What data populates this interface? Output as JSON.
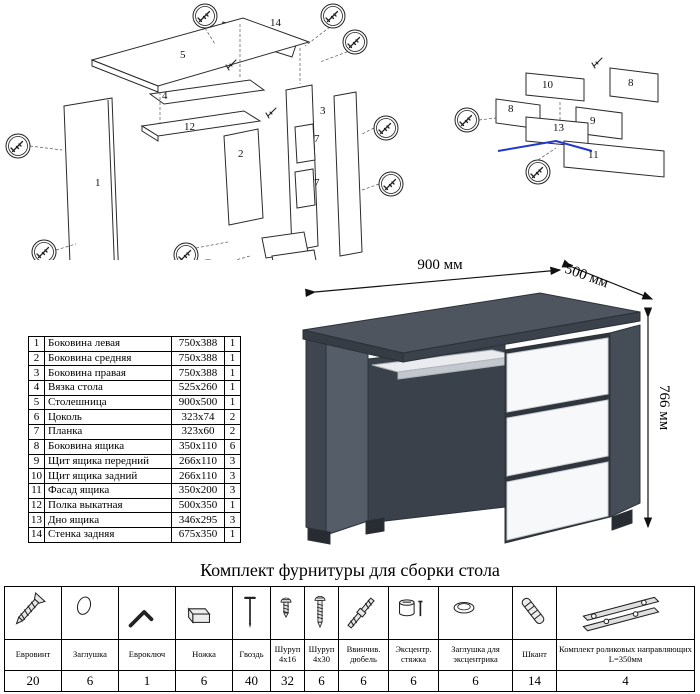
{
  "parts_table": {
    "rows": [
      {
        "num": "1",
        "name": "Боковина левая",
        "size": "750x388",
        "qty": "1"
      },
      {
        "num": "2",
        "name": "Боковина средняя",
        "size": "750x388",
        "qty": "1"
      },
      {
        "num": "3",
        "name": "Боковина правая",
        "size": "750x388",
        "qty": "1"
      },
      {
        "num": "4",
        "name": "Вязка стола",
        "size": "525x260",
        "qty": "1"
      },
      {
        "num": "5",
        "name": "Столешница",
        "size": "900x500",
        "qty": "1"
      },
      {
        "num": "6",
        "name": "Цоколь",
        "size": "323x74",
        "qty": "2"
      },
      {
        "num": "7",
        "name": "Планка",
        "size": "323x60",
        "qty": "2"
      },
      {
        "num": "8",
        "name": "Боковина ящика",
        "size": "350x110",
        "qty": "6"
      },
      {
        "num": "9",
        "name": "Щит ящика передний",
        "size": "266x110",
        "qty": "3"
      },
      {
        "num": "10",
        "name": "Щит ящика задний",
        "size": "266x110",
        "qty": "3"
      },
      {
        "num": "11",
        "name": "Фасад ящика",
        "size": "350x200",
        "qty": "3"
      },
      {
        "num": "12",
        "name": "Полка выкатная",
        "size": "500x350",
        "qty": "1"
      },
      {
        "num": "13",
        "name": "Дно ящика",
        "size": "346x295",
        "qty": "3"
      },
      {
        "num": "14",
        "name": "Стенка задняя",
        "size": "675x350",
        "qty": "1"
      }
    ]
  },
  "desk_dimensions": {
    "width": "900 мм",
    "depth": "500 мм",
    "height": "766 мм"
  },
  "hardware_section": {
    "title": "Комплект фурнитуры для сборки стола",
    "items": [
      {
        "name": "Евровинт",
        "qty": "20",
        "icon": "confirmat-screw-icon"
      },
      {
        "name": "Заглушка",
        "qty": "6",
        "icon": "cap-icon"
      },
      {
        "name": "Евроключ",
        "qty": "1",
        "icon": "hex-key-icon"
      },
      {
        "name": "Ножка",
        "qty": "6",
        "icon": "foot-icon"
      },
      {
        "name": "Гвоздь",
        "qty": "40",
        "icon": "nail-icon"
      },
      {
        "name": "Шуруп 4x16",
        "qty": "32",
        "icon": "screw-icon"
      },
      {
        "name": "Шуруп 4x30",
        "qty": "6",
        "icon": "screw-icon"
      },
      {
        "name": "Ввинчив. дюбель",
        "qty": "6",
        "icon": "dowel-screw-icon"
      },
      {
        "name": "Эксцентр. стяжка",
        "qty": "6",
        "icon": "cam-lock-icon"
      },
      {
        "name": "Заглушка для эксцентрика",
        "qty": "6",
        "icon": "cam-cap-icon"
      },
      {
        "name": "Шкант",
        "qty": "14",
        "icon": "wood-dowel-icon"
      },
      {
        "name": "Комплект роликовых направляющих L=350мм",
        "qty": "4",
        "icon": "drawer-slides-icon"
      }
    ]
  },
  "diagram_labels": {
    "left": [
      "14",
      "5",
      "4",
      "12",
      "2",
      "1",
      "3",
      "7",
      "7"
    ],
    "right": [
      "10",
      "8",
      "8",
      "9",
      "13",
      "11"
    ]
  }
}
